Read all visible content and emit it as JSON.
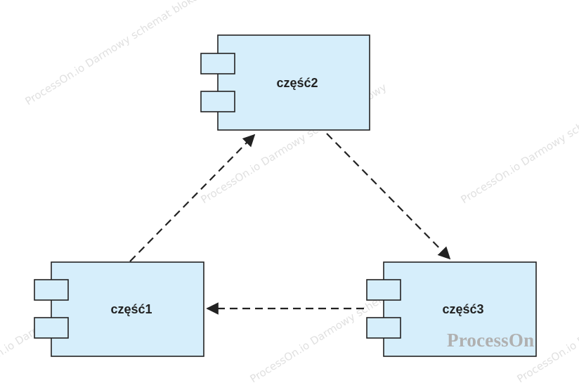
{
  "components": [
    {
      "id": "czesc2",
      "label": "część2"
    },
    {
      "id": "czesc1",
      "label": "część1"
    },
    {
      "id": "czesc3",
      "label": "część3"
    }
  ],
  "dependencies": [
    {
      "from": "czesc1",
      "to": "czesc2",
      "style": "dashed"
    },
    {
      "from": "czesc2",
      "to": "czesc3",
      "style": "dashed"
    },
    {
      "from": "czesc3",
      "to": "czesc1",
      "style": "dashed"
    }
  ],
  "watermark": {
    "text": "ProcessOn.io Darmowy schemat blokowy",
    "brand": "ProcessOn"
  },
  "colors": {
    "component_fill": "#d6eefb",
    "component_stroke": "#222222",
    "arrow": "#222222",
    "watermark": "#c8c8c8"
  }
}
